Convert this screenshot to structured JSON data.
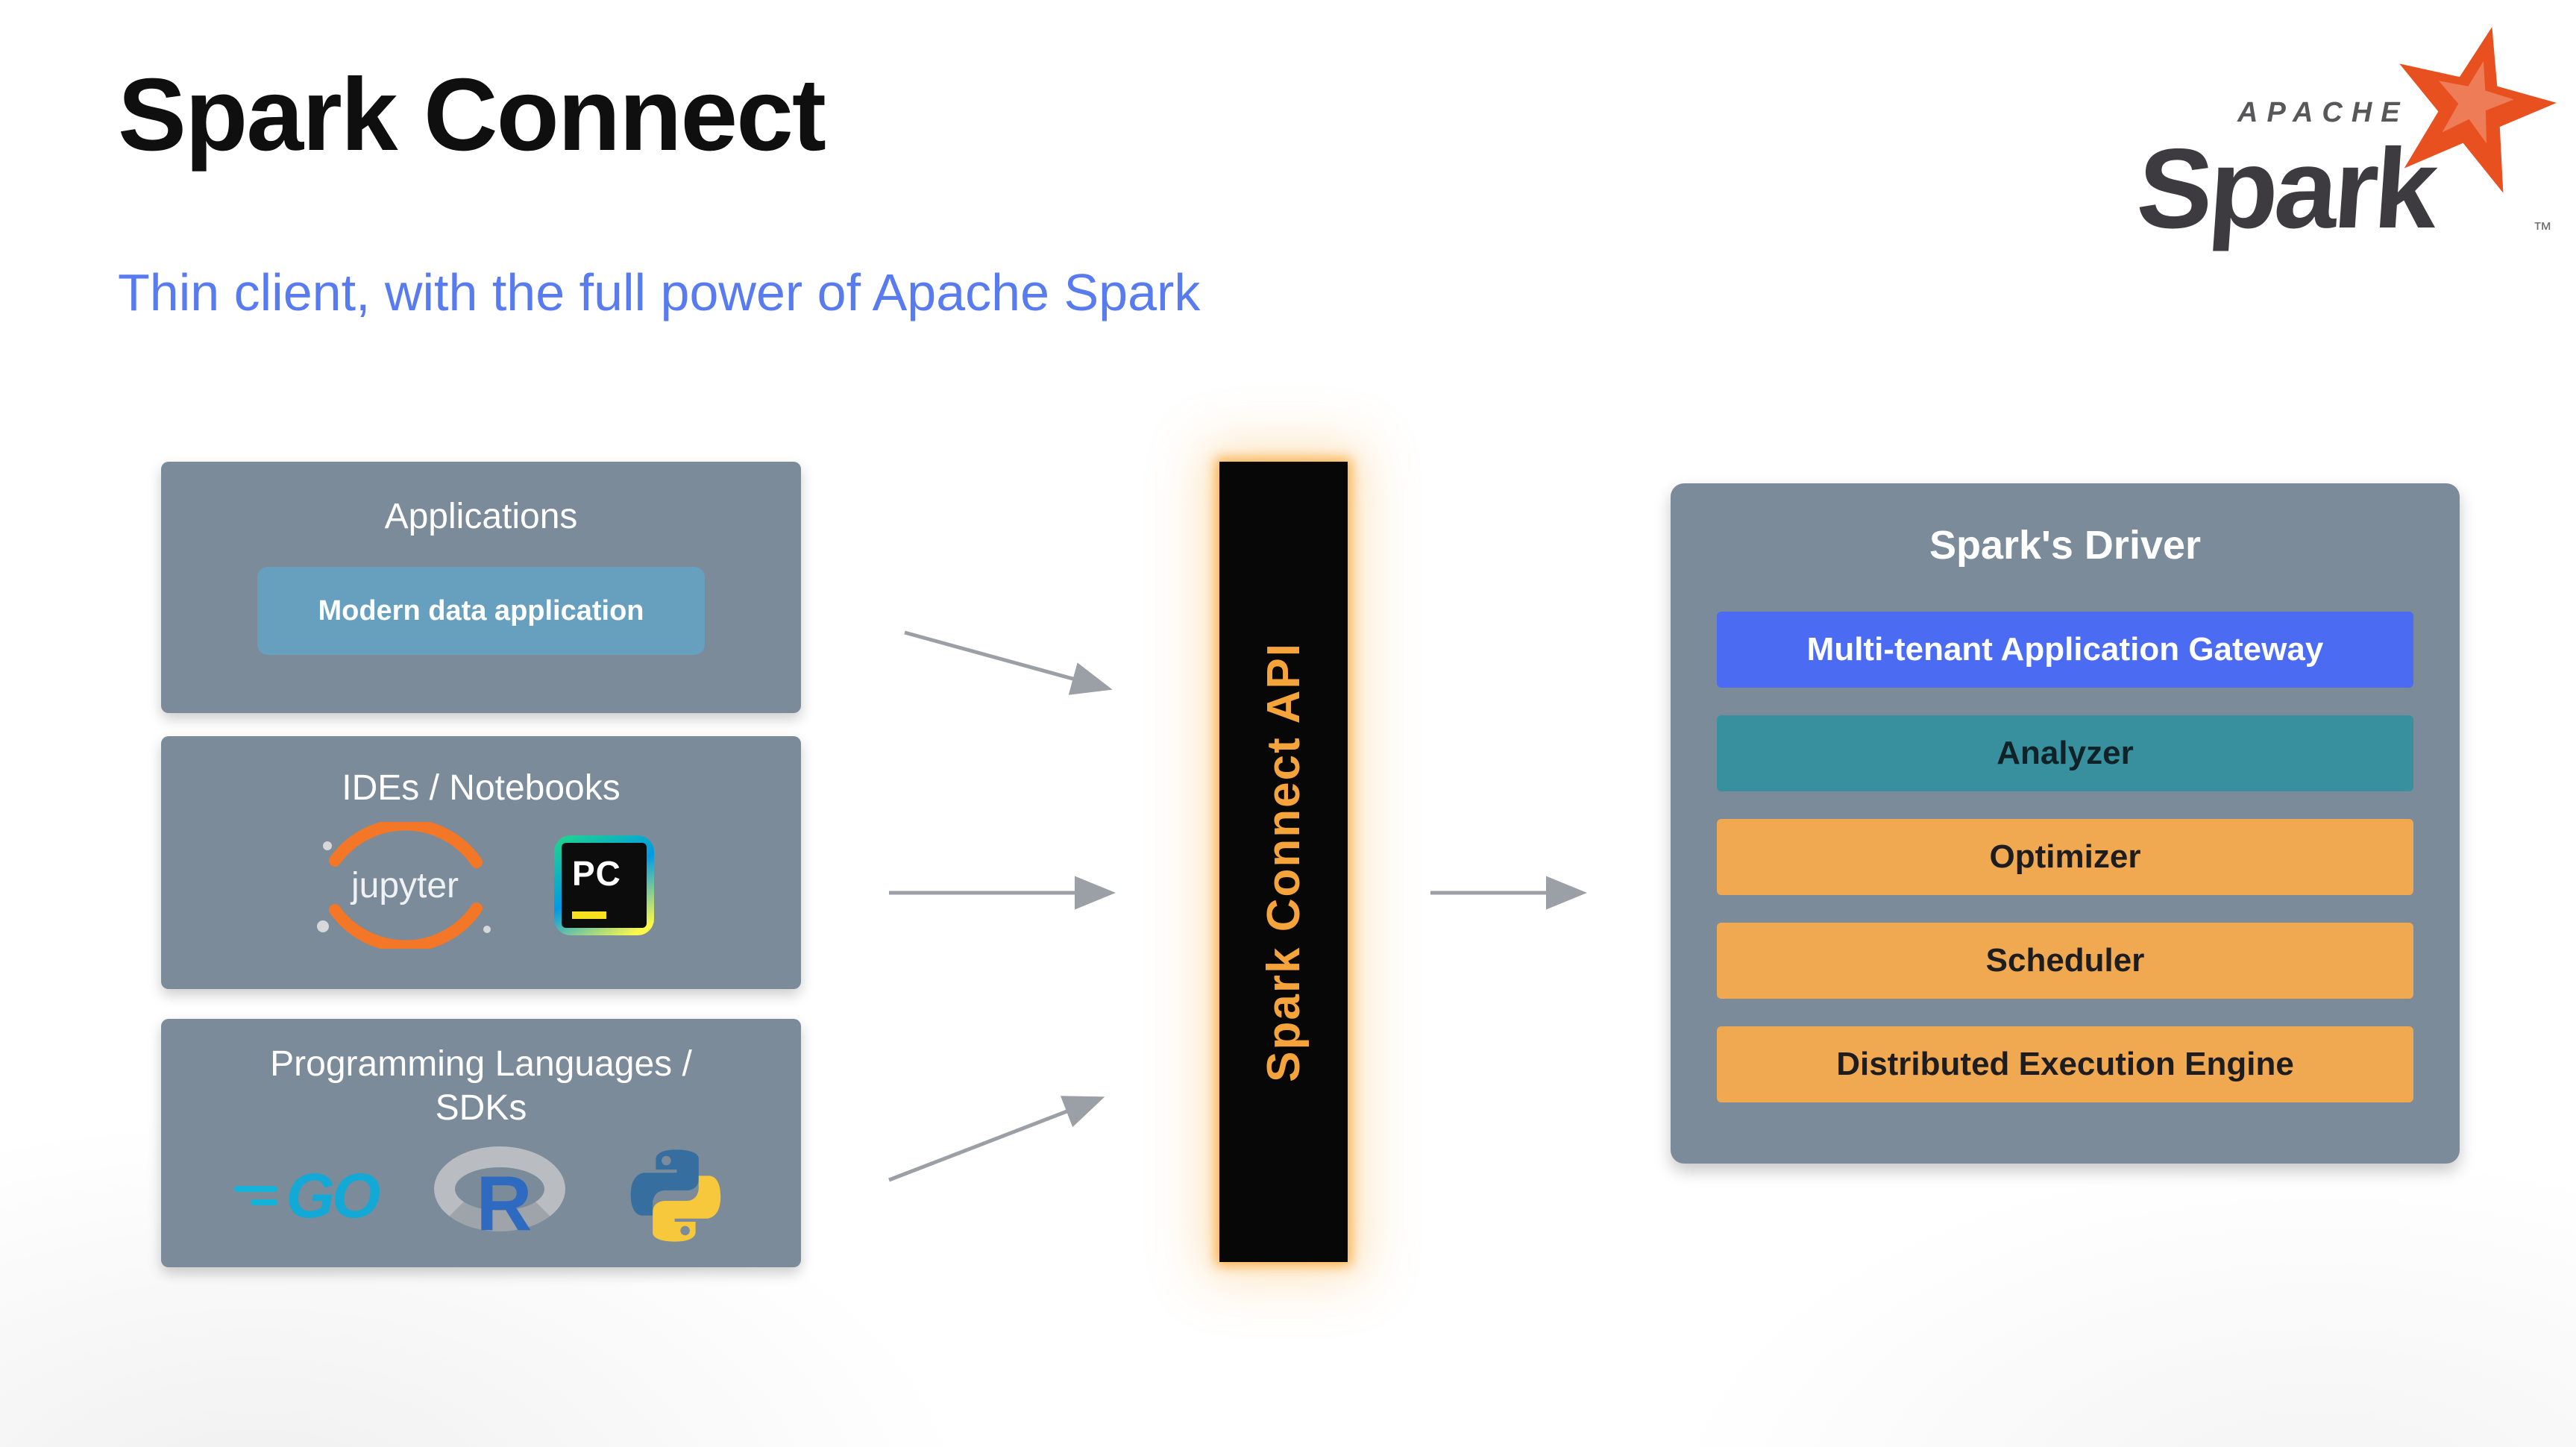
{
  "header": {
    "title": "Spark Connect",
    "subtitle": "Thin client, with the full power of Apache Spark"
  },
  "spark_logo": {
    "apache": "APACHE",
    "wordmark": "Spark",
    "tm": "™",
    "star_color": "#e8501f"
  },
  "sources": [
    {
      "title": "Applications",
      "chip": "Modern data application"
    },
    {
      "title": "IDEs / Notebooks",
      "jupyter_label": "jupyter",
      "pycharm_label": "PC"
    },
    {
      "title": "Programming Languages / SDKs",
      "title_line1": "Programming Languages /",
      "title_line2": "SDKs",
      "go_label": "GO",
      "r_label": "R"
    }
  ],
  "connector": {
    "label": "Spark Connect API",
    "bg": "#070707",
    "text_color": "#f5a43c",
    "glow_color": "#f7a632"
  },
  "driver": {
    "title": "Spark's Driver",
    "layers": [
      {
        "label": "Multi-tenant Application Gateway",
        "bg": "#4a6bf2",
        "text": "#ffffff"
      },
      {
        "label": "Analyzer",
        "bg": "#38909e",
        "text": "#0f2228"
      },
      {
        "label": "Optimizer",
        "bg": "#f0a951",
        "text": "#1d1d1f"
      },
      {
        "label": "Scheduler",
        "bg": "#f0a951",
        "text": "#1d1d1f"
      },
      {
        "label": "Distributed Execution Engine",
        "bg": "#f0a951",
        "text": "#1d1d1f"
      }
    ]
  },
  "colors": {
    "panel_bg": "#7b8b99",
    "chip_bg": "#67a0bf",
    "subtitle": "#587bf0",
    "arrow": "#9aa0a6",
    "jupyter_orange": "#f37726",
    "go_cyan": "#12a9d6",
    "r_blue": "#2e6bc0",
    "python_blue": "#366f9f",
    "python_yellow": "#f7c73c"
  }
}
